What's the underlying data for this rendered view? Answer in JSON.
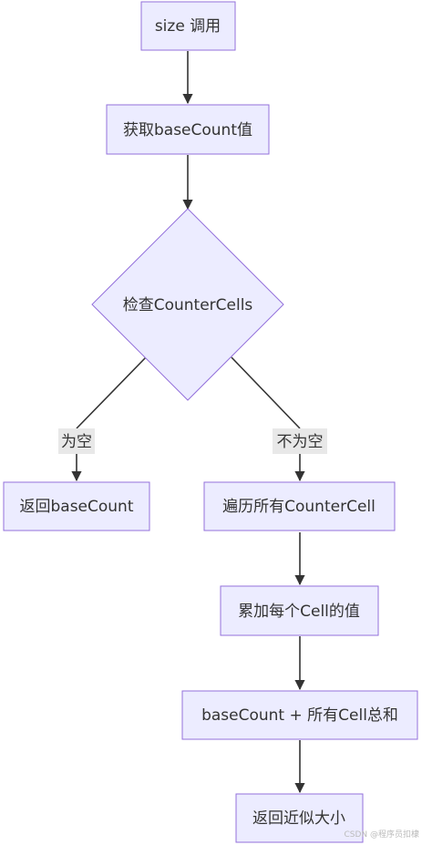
{
  "nodes": {
    "size_call": "size 调用",
    "get_base_count": "获取baseCount值",
    "check_counter_cells": "检查CounterCells",
    "return_base_count": "返回baseCount",
    "iterate_counter_cells": "遍历所有CounterCell",
    "accumulate_cells": "累加每个Cell的值",
    "sum": "baseCount + 所有Cell总和",
    "return_approx": "返回近似大小"
  },
  "edge_labels": {
    "empty": "为空",
    "not_empty": "不为空"
  },
  "colors": {
    "node_fill": "#ECECFF",
    "node_stroke": "#9370DB",
    "edge": "#333333",
    "label_bg": "#e8e8e8"
  },
  "watermark": "CSDN @程序员扣棣"
}
